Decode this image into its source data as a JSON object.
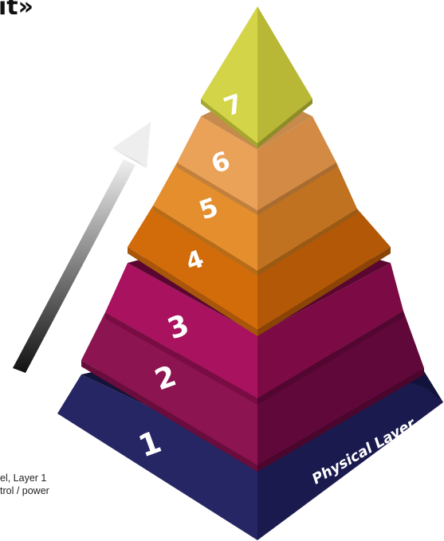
{
  "title_fragment": "it»",
  "caption": {
    "line1": "el, Layer 1",
    "line2": "trol / power"
  },
  "layers": [
    {
      "number": "1",
      "label": "Physical Layer",
      "color": "#262664"
    },
    {
      "number": "2",
      "color": "#8c1450"
    },
    {
      "number": "3",
      "color": "#a8125e"
    },
    {
      "number": "4",
      "color": "#d26c0a"
    },
    {
      "number": "5",
      "color": "#e48e2e"
    },
    {
      "number": "6",
      "color": "#eaa158"
    },
    {
      "number": "7",
      "color": "#d4d448"
    }
  ],
  "arrow": {
    "direction": "up",
    "gradient": [
      "#111111",
      "#eeeeee"
    ]
  }
}
